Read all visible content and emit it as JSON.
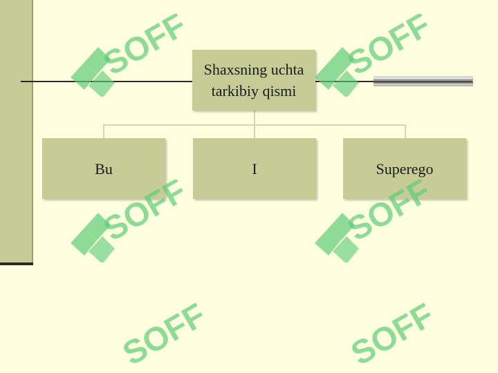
{
  "diagram": {
    "root": {
      "label": "Shaxsning uchta tarkibiy qismi"
    },
    "children": [
      {
        "label": "Bu"
      },
      {
        "label": "I"
      },
      {
        "label": "Superego"
      }
    ]
  },
  "watermark": {
    "text": "SOFF",
    "color": "#5fcc7a"
  },
  "colors": {
    "background": "#ffffe0",
    "box_fill": "#c6cc96",
    "sidebar": "#c6cc96",
    "rule": "#2a2a2a"
  }
}
